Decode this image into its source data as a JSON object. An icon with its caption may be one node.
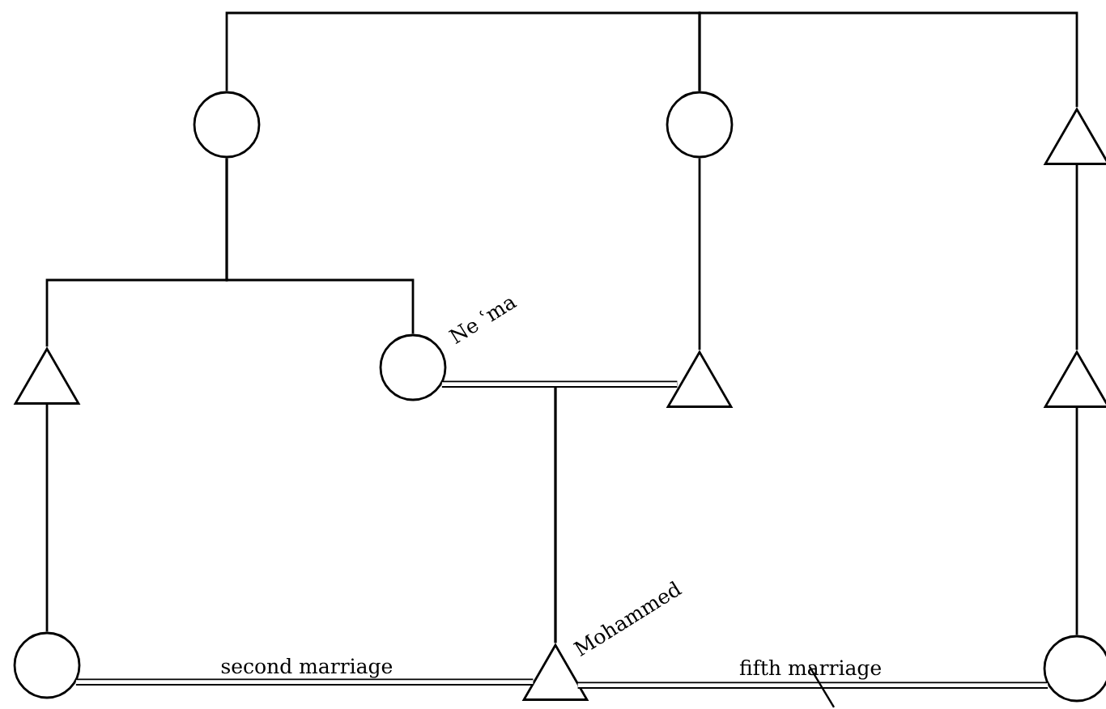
{
  "diagram": {
    "nodes": [
      {
        "text": [],
        "shape": "circle"
      },
      {
        "text": [],
        "shape": "circle"
      },
      {
        "text": [],
        "shape": "triangle"
      },
      {
        "text": [],
        "shape": "triangle"
      },
      {
        "text": [],
        "shape": "circle",
        "beside": [
          "Ne ʿma"
        ]
      },
      {
        "text": [],
        "shape": "triangle"
      },
      {
        "text": [],
        "shape": "triangle"
      },
      {
        "text": [],
        "shape": "circle"
      },
      {
        "text": [],
        "shape": "triangle",
        "beside": [
          "Mohammed"
        ]
      },
      {
        "text": [],
        "shape": "circle"
      }
    ],
    "edges": [
      {
        "from": 0,
        "to": 1,
        "arrow": "none"
      },
      {
        "from": 1,
        "to": 2,
        "arrow": "none"
      },
      {
        "from": 0,
        "to": 3,
        "arrow": "none"
      },
      {
        "from": 0,
        "to": 4,
        "arrow": "none"
      },
      {
        "from": 1,
        "to": 5,
        "arrow": "none"
      },
      {
        "from": 2,
        "to": 6,
        "arrow": "none"
      },
      {
        "from": 6,
        "to": 9,
        "arrow": "none"
      },
      {
        "from": 3,
        "to": 7,
        "arrow": "none"
      },
      {
        "from": 4,
        "to": 5,
        "arrow": "none",
        "style": "thick"
      },
      {
        "from": 4,
        "to": 8,
        "arrow": "none"
      },
      {
        "from": 5,
        "to": 8,
        "arrow": "none"
      },
      {
        "from": 7,
        "to": 8,
        "arrow": "none",
        "style": "thick",
        "label": "second marriage"
      },
      {
        "from": 8,
        "to": 9,
        "arrow": "none",
        "style": "thick",
        "label": "fifth marriage"
      }
    ]
  }
}
